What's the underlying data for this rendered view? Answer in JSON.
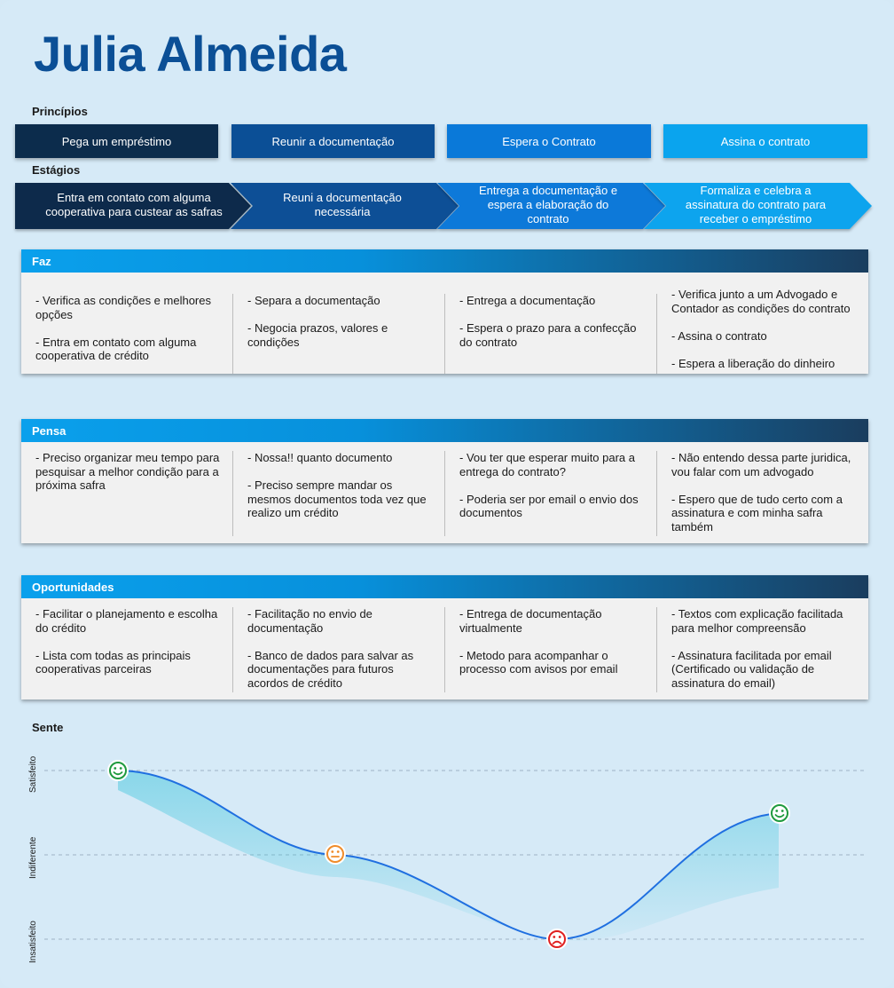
{
  "title": "Julia Almeida",
  "principles": {
    "label": "Princípios",
    "items": [
      "Pega um empréstimo",
      "Reunir a documentação",
      "Espera o Contrato",
      "Assina o contrato"
    ]
  },
  "stages": {
    "label": "Estágios",
    "items": [
      "Entra em contato com alguma cooperativa para custear as safras",
      "Reuni a documentação necessária",
      "Entrega a documentação e espera a elaboração do contrato",
      "Formaliza e celebra a assinatura do contrato para receber o empréstimo"
    ]
  },
  "faz": {
    "label": "Faz",
    "cols": [
      [
        "- Verifica as condições e melhores opções",
        "- Entra em contato com alguma cooperativa de crédito"
      ],
      [
        "- Separa a documentação",
        "- Negocia prazos, valores e condições"
      ],
      [
        "- Entrega a documentação",
        "- Espera o prazo para a confecção do contrato"
      ],
      [
        " - Verifica junto a um Advogado e Contador as condições do contrato",
        "- Assina o contrato",
        "- Espera a liberação do dinheiro"
      ]
    ]
  },
  "pensa": {
    "label": "Pensa",
    "cols": [
      [
        "- Preciso organizar meu tempo para pesquisar a melhor condição para a próxima safra"
      ],
      [
        " - Nossa!! quanto documento",
        "- Preciso sempre mandar os mesmos documentos toda vez que realizo um crédito"
      ],
      [
        "- Vou ter que esperar muito para a entrega do contrato?",
        "- Poderia ser por email o envio dos documentos"
      ],
      [
        "- Não entendo dessa parte juridica, vou falar com um advogado",
        "- Espero que de tudo certo com a assinatura e com minha safra também"
      ]
    ]
  },
  "oportunidades": {
    "label": "Oportunidades",
    "cols": [
      [
        " - Facilitar o planejamento e escolha do crédito",
        " - Lista com todas as principais cooperativas parceiras"
      ],
      [
        " - Facilitação no envio de documentação",
        " - Banco de dados para salvar as documentações para futuros acordos de crédito"
      ],
      [
        " - Entrega de documentação virtualmente",
        " - Metodo para acompanhar o processo com avisos por email"
      ],
      [
        " - Textos com explicação facilitada para melhor compreensão",
        " - Assinatura facilitada por email (Certificado ou validação de assinatura do email)"
      ]
    ]
  },
  "sente": {
    "label": "Sente",
    "levels": [
      "Satisfeito",
      "Indiferente",
      "Insatisfeito"
    ],
    "points": [
      {
        "stage": 1,
        "level": "Satisfeito",
        "face": "happy"
      },
      {
        "stage": 2,
        "level": "Indiferente",
        "face": "neutral"
      },
      {
        "stage": 3,
        "level": "Insatisfeito",
        "face": "sad"
      },
      {
        "stage": 4,
        "level": "between Satisfeito and Indiferente",
        "face": "happy"
      }
    ]
  },
  "colors": {
    "title": "#0b4f96",
    "phase": [
      "#0c2c4c",
      "#0b4f96",
      "#0a79d9",
      "#0aa4ee"
    ],
    "line": "#1f6fe0",
    "happy": "#1f9a3e",
    "neutral": "#f08c2a",
    "sad": "#e02020"
  }
}
